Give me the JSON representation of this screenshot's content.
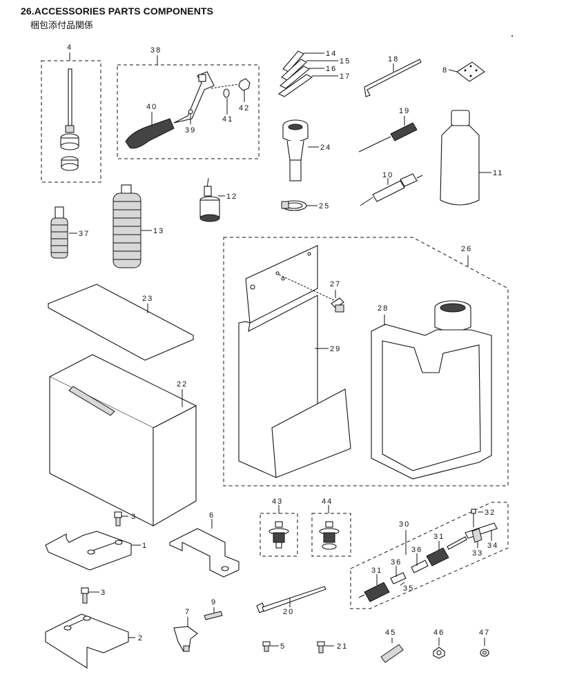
{
  "title": "26.ACCESSORIES PARTS COMPONENTS",
  "subtitle": "梱包添付品関係",
  "callouts": [
    {
      "id": "c4",
      "text": "4"
    },
    {
      "id": "c38",
      "text": "38"
    },
    {
      "id": "c40",
      "text": "40"
    },
    {
      "id": "c39",
      "text": "39"
    },
    {
      "id": "c41",
      "text": "41"
    },
    {
      "id": "c42",
      "text": "42"
    },
    {
      "id": "c14",
      "text": "14"
    },
    {
      "id": "c15",
      "text": "15"
    },
    {
      "id": "c16",
      "text": "16"
    },
    {
      "id": "c17",
      "text": "17"
    },
    {
      "id": "c18",
      "text": "18"
    },
    {
      "id": "c8",
      "text": "8"
    },
    {
      "id": "c19",
      "text": "19"
    },
    {
      "id": "c24",
      "text": "24"
    },
    {
      "id": "c11",
      "text": "11"
    },
    {
      "id": "c10",
      "text": "10"
    },
    {
      "id": "c12",
      "text": "12"
    },
    {
      "id": "c25",
      "text": "25"
    },
    {
      "id": "c37",
      "text": "37"
    },
    {
      "id": "c13",
      "text": "13"
    },
    {
      "id": "c26",
      "text": "26"
    },
    {
      "id": "c27",
      "text": "27"
    },
    {
      "id": "c28",
      "text": "28"
    },
    {
      "id": "c29",
      "text": "29"
    },
    {
      "id": "c23",
      "text": "23"
    },
    {
      "id": "c22",
      "text": "22"
    },
    {
      "id": "c43",
      "text": "43"
    },
    {
      "id": "c44",
      "text": "44"
    },
    {
      "id": "c32",
      "text": "32"
    },
    {
      "id": "c30",
      "text": "30"
    },
    {
      "id": "c31a",
      "text": "31"
    },
    {
      "id": "c34",
      "text": "34"
    },
    {
      "id": "c33",
      "text": "33"
    },
    {
      "id": "c36a",
      "text": "36"
    },
    {
      "id": "c36b",
      "text": "36"
    },
    {
      "id": "c31b",
      "text": "31"
    },
    {
      "id": "c35",
      "text": "35"
    },
    {
      "id": "c3a",
      "text": "3"
    },
    {
      "id": "c1",
      "text": "1"
    },
    {
      "id": "c6",
      "text": "6"
    },
    {
      "id": "c3b",
      "text": "3"
    },
    {
      "id": "c9",
      "text": "9"
    },
    {
      "id": "c7",
      "text": "7"
    },
    {
      "id": "c20",
      "text": "20"
    },
    {
      "id": "c2",
      "text": "2"
    },
    {
      "id": "c5",
      "text": "5"
    },
    {
      "id": "c21",
      "text": "21"
    },
    {
      "id": "c45",
      "text": "45"
    },
    {
      "id": "c46",
      "text": "46"
    },
    {
      "id": "c47",
      "text": "47"
    }
  ]
}
